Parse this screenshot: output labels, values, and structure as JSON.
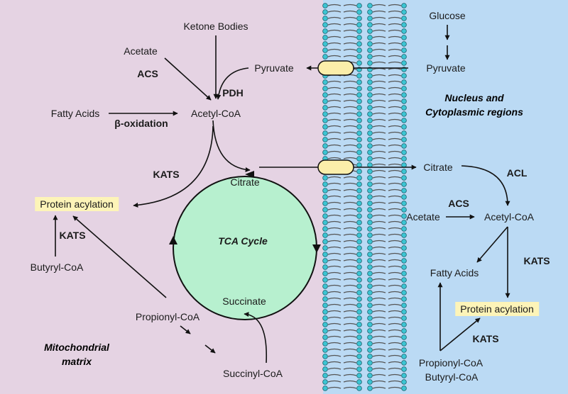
{
  "colors": {
    "mito_bg": "#e5d3e3",
    "nucleus_bg": "#bbdaf4",
    "tca_fill": "#b7f0cf",
    "highlight": "#fdf4b8",
    "transporter": "#fbeeaa",
    "lipid_head": "#3cc5d3"
  },
  "regions": {
    "mitochondrial": [
      "Mitochondrial",
      "matrix"
    ],
    "nucleus": [
      "Nucleus and",
      "Cytoplasmic regions"
    ]
  },
  "left": {
    "ketone_bodies": "Ketone Bodies",
    "acetate": "Acetate",
    "acs": "ACS",
    "pyruvate": "Pyruvate",
    "pdh": "PDH",
    "fatty_acids": "Fatty Acids",
    "beta_oxidation": "β-oxidation",
    "acetyl_coa": "Acetyl-CoA",
    "kats_top": "KATS",
    "citrate": "Citrate",
    "protein_acylation": "Protein acylation",
    "kats_left": "KATS",
    "butyryl_coa": "Butyryl-CoA",
    "tca_cycle": "TCA Cycle",
    "succinate": "Succinate",
    "propionyl_coa": "Propionyl-CoA",
    "succinyl_coa": "Succinyl-CoA"
  },
  "right": {
    "glucose": "Glucose",
    "pyruvate": "Pyruvate",
    "citrate": "Citrate",
    "acl": "ACL",
    "acs": "ACS",
    "acetate": "Acetate",
    "acetyl_coa": "Acetyl-CoA",
    "kats_mid": "KATS",
    "fatty_acids": "Fatty Acids",
    "protein_acylation": "Protein acylation",
    "kats_low": "KATS",
    "propionyl_coa": "Propionyl-CoA",
    "butyryl_coa": "Butyryl-CoA"
  }
}
